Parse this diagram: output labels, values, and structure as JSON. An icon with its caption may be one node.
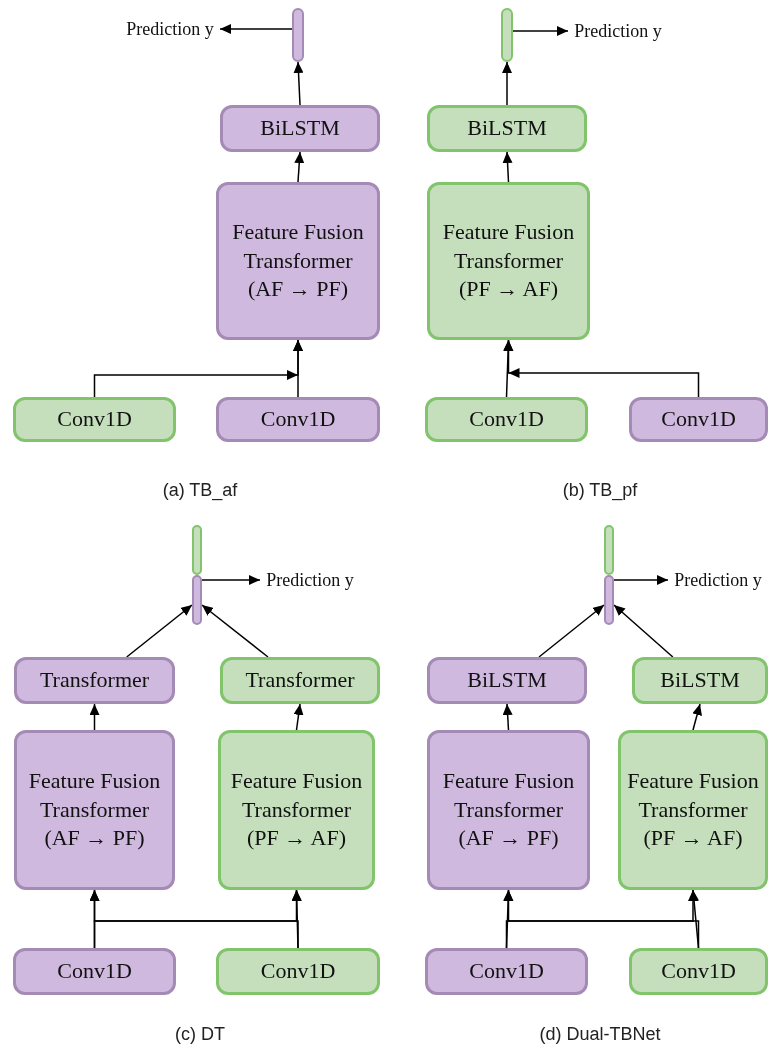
{
  "diagram": {
    "nodes": [
      {
        "text": [
          "Prediction y"
        ]
      },
      {
        "text": [],
        "shape": "bar"
      },
      {
        "text": [
          "BiLSTM"
        ]
      },
      {
        "text": [
          "Feature Fusion Transformer (AF → PF)"
        ]
      },
      {
        "text": [
          "Conv1D"
        ]
      },
      {
        "text": [
          "Conv1D"
        ]
      },
      {
        "text": [],
        "shape": "bar"
      },
      {
        "text": [
          "Prediction y"
        ]
      },
      {
        "text": [
          "BiLSTM"
        ]
      },
      {
        "text": [
          "Feature Fusion Transformer (PF → AF)"
        ]
      },
      {
        "text": [
          "Conv1D"
        ]
      },
      {
        "text": [
          "Conv1D"
        ]
      },
      {
        "text": [],
        "shape": "bar"
      },
      {
        "text": [],
        "shape": "bar"
      },
      {
        "text": [
          "Prediction y"
        ]
      },
      {
        "text": [
          "Transformer"
        ]
      },
      {
        "text": [
          "Transformer"
        ]
      },
      {
        "text": [
          "Feature Fusion Transformer (AF → PF)"
        ]
      },
      {
        "text": [
          "Feature Fusion Transformer (PF → AF)"
        ]
      },
      {
        "text": [
          "Conv1D"
        ]
      },
      {
        "text": [
          "Conv1D"
        ]
      },
      {
        "text": [],
        "shape": "bar"
      },
      {
        "text": [],
        "shape": "bar"
      },
      {
        "text": [
          "Prediction y"
        ]
      },
      {
        "text": [
          "BiLSTM"
        ]
      },
      {
        "text": [
          "BiLSTM"
        ]
      },
      {
        "text": [
          "Feature Fusion Transformer (AF → PF)"
        ]
      },
      {
        "text": [
          "Feature Fusion Transformer (PF → AF)"
        ]
      },
      {
        "text": [
          "Conv1D"
        ]
      },
      {
        "text": [
          "Conv1D"
        ]
      }
    ],
    "edges": [
      {
        "from": 1,
        "to": 0,
        "arrow": "to"
      },
      {
        "from": 2,
        "to": 1,
        "arrow": "to"
      },
      {
        "from": 3,
        "to": 2,
        "arrow": "to"
      },
      {
        "from": 5,
        "to": 3,
        "arrow": "to"
      },
      {
        "from": 4,
        "to": 3,
        "arrow": "to"
      },
      {
        "from": 6,
        "to": 7,
        "arrow": "to"
      },
      {
        "from": 8,
        "to": 6,
        "arrow": "to"
      },
      {
        "from": 9,
        "to": 8,
        "arrow": "to"
      },
      {
        "from": 10,
        "to": 9,
        "arrow": "to"
      },
      {
        "from": 11,
        "to": 9,
        "arrow": "to"
      },
      {
        "from": 13,
        "to": 14,
        "arrow": "to"
      },
      {
        "from": 15,
        "to": 13,
        "arrow": "to"
      },
      {
        "from": 16,
        "to": 13,
        "arrow": "to"
      },
      {
        "from": 17,
        "to": 15,
        "arrow": "to"
      },
      {
        "from": 18,
        "to": 16,
        "arrow": "to"
      },
      {
        "from": 19,
        "to": 17,
        "arrow": "to"
      },
      {
        "from": 19,
        "to": 18,
        "arrow": "to"
      },
      {
        "from": 20,
        "to": 18,
        "arrow": "to"
      },
      {
        "from": 20,
        "to": 17,
        "arrow": "to"
      },
      {
        "from": 22,
        "to": 23,
        "arrow": "to"
      },
      {
        "from": 24,
        "to": 22,
        "arrow": "to"
      },
      {
        "from": 25,
        "to": 22,
        "arrow": "to"
      },
      {
        "from": 26,
        "to": 24,
        "arrow": "to"
      },
      {
        "from": 27,
        "to": 25,
        "arrow": "to"
      },
      {
        "from": 28,
        "to": 26,
        "arrow": "to"
      },
      {
        "from": 28,
        "to": 27,
        "arrow": "to"
      },
      {
        "from": 29,
        "to": 27,
        "arrow": "to"
      },
      {
        "from": 29,
        "to": 26,
        "arrow": "to"
      }
    ],
    "labels": [
      "(a) TB_af",
      "(b) TB_pf",
      "(c) DT",
      "(d) Dual-TBNet"
    ]
  }
}
